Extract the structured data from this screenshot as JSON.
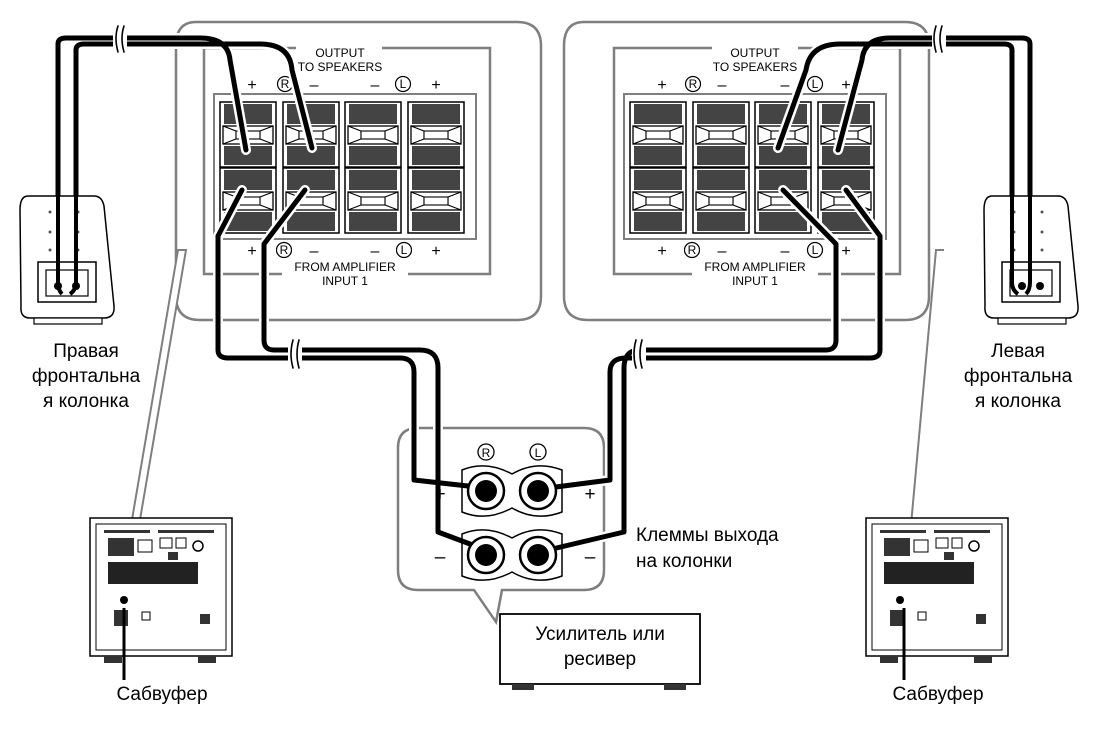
{
  "panels": {
    "output_line1": "OUTPUT",
    "output_line2": "TO SPEAKERS",
    "input_line1": "FROM AMPLIFIER",
    "input_line2": "INPUT 1",
    "plus": "+",
    "minus": "–",
    "right_channel": "R",
    "left_channel": "L"
  },
  "amplifier": {
    "terminals_caption_line1": "Клеммы выхода",
    "terminals_caption_line2": "на колонки",
    "box_line1": "Усилитель или",
    "box_line2": "ресивер"
  },
  "speakers": {
    "right_line1": "Правая",
    "right_line2": "фронтальна",
    "right_line3": "я колонка",
    "left_line1": "Левая",
    "left_line2": "фронтальна",
    "left_line3": "я колонка"
  },
  "subwoofer": {
    "left_label": "Сабвуфер",
    "right_label": "Сабвуфер"
  }
}
